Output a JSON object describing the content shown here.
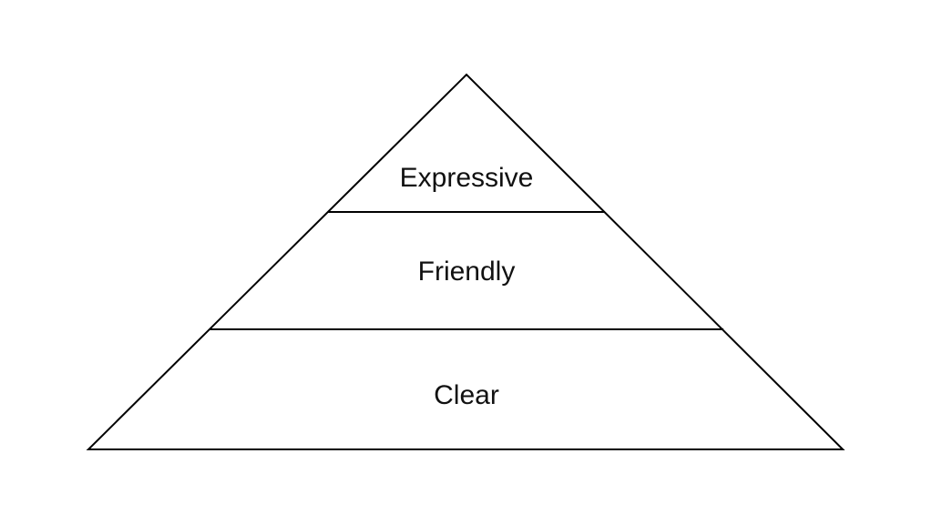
{
  "diagram": {
    "type": "pyramid",
    "title": "",
    "tiers": [
      {
        "label": "Expressive",
        "position": "top"
      },
      {
        "label": "Friendly",
        "position": "middle"
      },
      {
        "label": "Clear",
        "position": "bottom"
      }
    ],
    "colors": {
      "stroke": "#000000",
      "fill": "#ffffff",
      "background": "#ffffff",
      "text": "#111111"
    }
  }
}
